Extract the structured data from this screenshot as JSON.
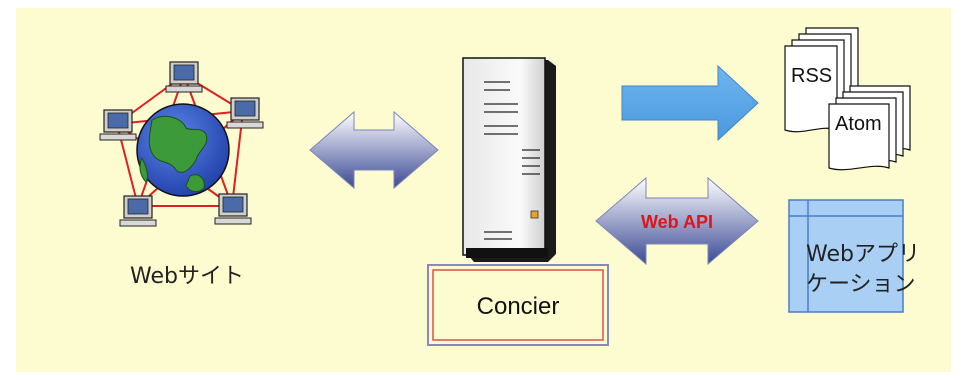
{
  "diagram": {
    "background_color": "#fdfbd0",
    "website": {
      "label": "Webサイト",
      "icon": "globe-network-icon",
      "link_color": "#e02020"
    },
    "server": {
      "label": "Concier",
      "icon": "server-tower-icon",
      "box_border_color": "#e05050"
    },
    "feeds": {
      "rss_label": "RSS",
      "atom_label": "Atom",
      "icon": "document-stack-icon"
    },
    "api": {
      "label": "Web API",
      "label_color": "#e0141b"
    },
    "webapp": {
      "label_line1": "Webアプリ",
      "label_line2": "ケーション",
      "icon": "window-icon",
      "fill_color": "#a9cff5"
    },
    "arrows": {
      "output_arrow_color": "#5aa8e8",
      "bidirectional_color": "#5a6aa8"
    }
  }
}
